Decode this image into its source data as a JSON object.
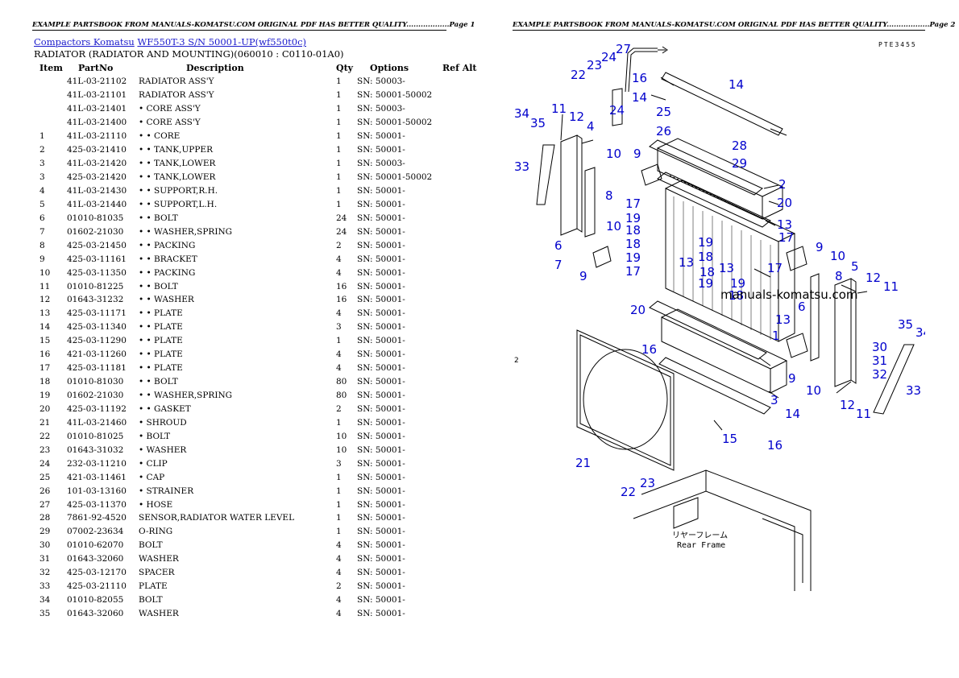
{
  "headers": {
    "page1": "EXAMPLE PARTSBOOK FROM MANUALS-KOMATSU.COM ORIGINAL PDF HAS BETTER QUALITY..................Page 1",
    "page2": "EXAMPLE PARTSBOOK FROM MANUALS-KOMATSU.COM ORIGINAL PDF HAS BETTER QUALITY..................Page 2"
  },
  "breadcrumb": {
    "link1": "Compactors Komatsu",
    "link2": "WF550T-3 S/N 50001-UP(wf550t0c)"
  },
  "section_title": "RADIATOR (RADIATOR AND MOUNTING)(060010 : C0110-01A0)",
  "table": {
    "columns": [
      "Item",
      "PartNo",
      "Description",
      "Qty",
      "Options",
      "Ref Alt"
    ],
    "rows": [
      [
        "",
        "41L-03-21102",
        "RADIATOR ASS'Y",
        "1",
        "SN: 50003-",
        ""
      ],
      [
        "",
        "41L-03-21101",
        "RADIATOR ASS'Y",
        "1",
        "SN: 50001-50002",
        ""
      ],
      [
        "",
        "41L-03-21401",
        "• CORE ASS'Y",
        "1",
        "SN: 50003-",
        ""
      ],
      [
        "",
        "41L-03-21400",
        "• CORE ASS'Y",
        "1",
        "SN: 50001-50002",
        ""
      ],
      [
        "1",
        "41L-03-21110",
        "• • CORE",
        "1",
        "SN: 50001-",
        ""
      ],
      [
        "2",
        "425-03-21410",
        "• • TANK,UPPER",
        "1",
        "SN: 50001-",
        ""
      ],
      [
        "3",
        "41L-03-21420",
        "• • TANK,LOWER",
        "1",
        "SN: 50003-",
        ""
      ],
      [
        "3",
        "425-03-21420",
        "• • TANK,LOWER",
        "1",
        "SN: 50001-50002",
        ""
      ],
      [
        "4",
        "41L-03-21430",
        "• • SUPPORT,R.H.",
        "1",
        "SN: 50001-",
        ""
      ],
      [
        "5",
        "41L-03-21440",
        "• • SUPPORT,L.H.",
        "1",
        "SN: 50001-",
        ""
      ],
      [
        "6",
        "01010-81035",
        "• • BOLT",
        "24",
        "SN: 50001-",
        ""
      ],
      [
        "7",
        "01602-21030",
        "• • WASHER,SPRING",
        "24",
        "SN: 50001-",
        ""
      ],
      [
        "8",
        "425-03-21450",
        "• • PACKING",
        "2",
        "SN: 50001-",
        ""
      ],
      [
        "9",
        "425-03-11161",
        "• • BRACKET",
        "4",
        "SN: 50001-",
        ""
      ],
      [
        "10",
        "425-03-11350",
        "• • PACKING",
        "4",
        "SN: 50001-",
        ""
      ],
      [
        "11",
        "01010-81225",
        "• • BOLT",
        "16",
        "SN: 50001-",
        ""
      ],
      [
        "12",
        "01643-31232",
        "• • WASHER",
        "16",
        "SN: 50001-",
        ""
      ],
      [
        "13",
        "425-03-11171",
        "• • PLATE",
        "4",
        "SN: 50001-",
        ""
      ],
      [
        "14",
        "425-03-11340",
        "• • PLATE",
        "3",
        "SN: 50001-",
        ""
      ],
      [
        "15",
        "425-03-11290",
        "• • PLATE",
        "1",
        "SN: 50001-",
        ""
      ],
      [
        "16",
        "421-03-11260",
        "• • PLATE",
        "4",
        "SN: 50001-",
        ""
      ],
      [
        "17",
        "425-03-11181",
        "• • PLATE",
        "4",
        "SN: 50001-",
        ""
      ],
      [
        "18",
        "01010-81030",
        "• • BOLT",
        "80",
        "SN: 50001-",
        ""
      ],
      [
        "19",
        "01602-21030",
        "• • WASHER,SPRING",
        "80",
        "SN: 50001-",
        ""
      ],
      [
        "20",
        "425-03-11192",
        "• • GASKET",
        "2",
        "SN: 50001-",
        ""
      ],
      [
        "21",
        "41L-03-21460",
        "• SHROUD",
        "1",
        "SN: 50001-",
        ""
      ],
      [
        "22",
        "01010-81025",
        "• BOLT",
        "10",
        "SN: 50001-",
        ""
      ],
      [
        "23",
        "01643-31032",
        "• WASHER",
        "10",
        "SN: 50001-",
        ""
      ],
      [
        "24",
        "232-03-11210",
        "• CLIP",
        "3",
        "SN: 50001-",
        ""
      ],
      [
        "25",
        "421-03-11461",
        "• CAP",
        "1",
        "SN: 50001-",
        ""
      ],
      [
        "26",
        "101-03-13160",
        "• STRAINER",
        "1",
        "SN: 50001-",
        ""
      ],
      [
        "27",
        "425-03-11370",
        "• HOSE",
        "1",
        "SN: 50001-",
        ""
      ],
      [
        "28",
        "7861-92-4520",
        "SENSOR,RADIATOR WATER LEVEL",
        "1",
        "SN: 50001-",
        ""
      ],
      [
        "29",
        "07002-23634",
        "O-RING",
        "1",
        "SN: 50001-",
        ""
      ],
      [
        "30",
        "01010-62070",
        "BOLT",
        "4",
        "SN: 50001-",
        ""
      ],
      [
        "31",
        "01643-32060",
        "WASHER",
        "4",
        "SN: 50001-",
        ""
      ],
      [
        "32",
        "425-03-12170",
        "SPACER",
        "4",
        "SN: 50001-",
        ""
      ],
      [
        "33",
        "425-03-21110",
        "PLATE",
        "2",
        "SN: 50001-",
        ""
      ],
      [
        "34",
        "01010-82055",
        "BOLT",
        "4",
        "SN: 50001-",
        ""
      ],
      [
        "35",
        "01643-32060",
        "WASHER",
        "4",
        "SN: 50001-",
        ""
      ]
    ]
  },
  "diagram": {
    "code": "PTE3455",
    "watermark": "manuals-komatsu.com",
    "frame_label_jp": "リヤーフレーム",
    "frame_label": "Rear Frame",
    "page_mark": "2",
    "callout_color": "#0000cc",
    "callouts": [
      "27",
      "24",
      "23",
      "22",
      "16",
      "14",
      "34",
      "11",
      "12",
      "35",
      "24",
      "4",
      "25",
      "26",
      "28",
      "29",
      "33",
      "10",
      "9",
      "2",
      "8",
      "20",
      "17",
      "19",
      "18",
      "13",
      "17",
      "10",
      "9",
      "6",
      "7",
      "19",
      "18",
      "13",
      "18",
      "19",
      "13",
      "17",
      "5",
      "12",
      "11",
      "19",
      "18",
      "6",
      "20",
      "13",
      "1",
      "35",
      "16",
      "30",
      "31",
      "32",
      "9",
      "10",
      "3",
      "14",
      "12",
      "11",
      "33",
      "15",
      "16",
      "21",
      "22",
      "23"
    ]
  }
}
